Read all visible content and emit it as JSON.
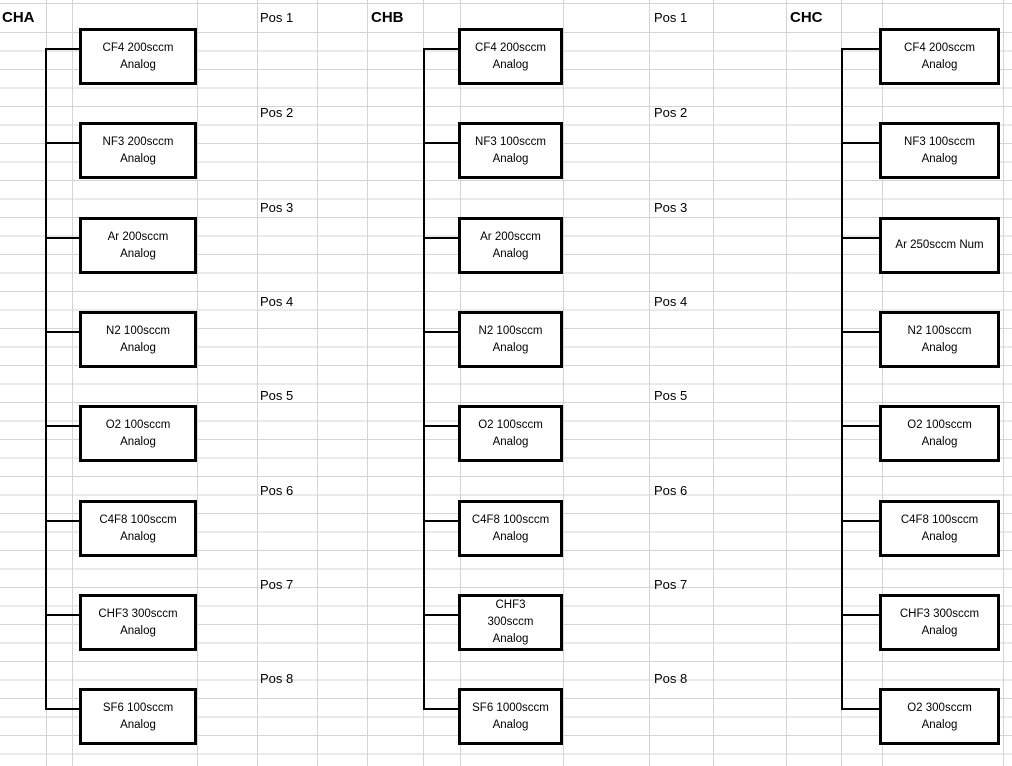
{
  "sheet": {
    "colors": {
      "background": "#ffffff",
      "grid": "#d4d4d4",
      "line": "#000000",
      "text": "#000000"
    },
    "position_labels": [
      "Pos 1",
      "Pos 2",
      "Pos 3",
      "Pos 4",
      "Pos 5",
      "Pos 6",
      "Pos 7",
      "Pos 8"
    ],
    "channels": [
      {
        "label": "CHA",
        "boxes": [
          {
            "lines": [
              "CF4 200sccm",
              "Analog"
            ]
          },
          {
            "lines": [
              "NF3 200sccm",
              "Analog"
            ]
          },
          {
            "lines": [
              "Ar 200sccm",
              "Analog"
            ]
          },
          {
            "lines": [
              "N2 100sccm",
              "Analog"
            ]
          },
          {
            "lines": [
              "O2 100sccm",
              "Analog"
            ]
          },
          {
            "lines": [
              "C4F8 100sccm",
              "Analog"
            ]
          },
          {
            "lines": [
              "CHF3 300sccm",
              "Analog"
            ]
          },
          {
            "lines": [
              "SF6 100sccm",
              "Analog"
            ]
          }
        ]
      },
      {
        "label": "CHB",
        "boxes": [
          {
            "lines": [
              "CF4 200sccm",
              "Analog"
            ]
          },
          {
            "lines": [
              "NF3 100sccm",
              "Analog"
            ]
          },
          {
            "lines": [
              "Ar 200sccm",
              "Analog"
            ]
          },
          {
            "lines": [
              "N2 100sccm",
              "Analog"
            ]
          },
          {
            "lines": [
              "O2 100sccm",
              "Analog"
            ]
          },
          {
            "lines": [
              "C4F8 100sccm",
              "Analog"
            ]
          },
          {
            "lines": [
              "CHF3",
              "300sccm",
              "Analog"
            ]
          },
          {
            "lines": [
              "SF6 1000sccm",
              "Analog"
            ]
          }
        ]
      },
      {
        "label": "CHC",
        "boxes": [
          {
            "lines": [
              "CF4 200sccm",
              "Analog"
            ]
          },
          {
            "lines": [
              "NF3 100sccm",
              "Analog"
            ]
          },
          {
            "lines": [
              "Ar 250sccm Num"
            ]
          },
          {
            "lines": [
              "N2 100sccm",
              "Analog"
            ]
          },
          {
            "lines": [
              "O2 100sccm",
              "Analog"
            ]
          },
          {
            "lines": [
              "C4F8 100sccm",
              "Analog"
            ]
          },
          {
            "lines": [
              "CHF3 300sccm",
              "Analog"
            ]
          },
          {
            "lines": [
              "O2 300sccm",
              "Analog"
            ]
          }
        ]
      }
    ]
  }
}
